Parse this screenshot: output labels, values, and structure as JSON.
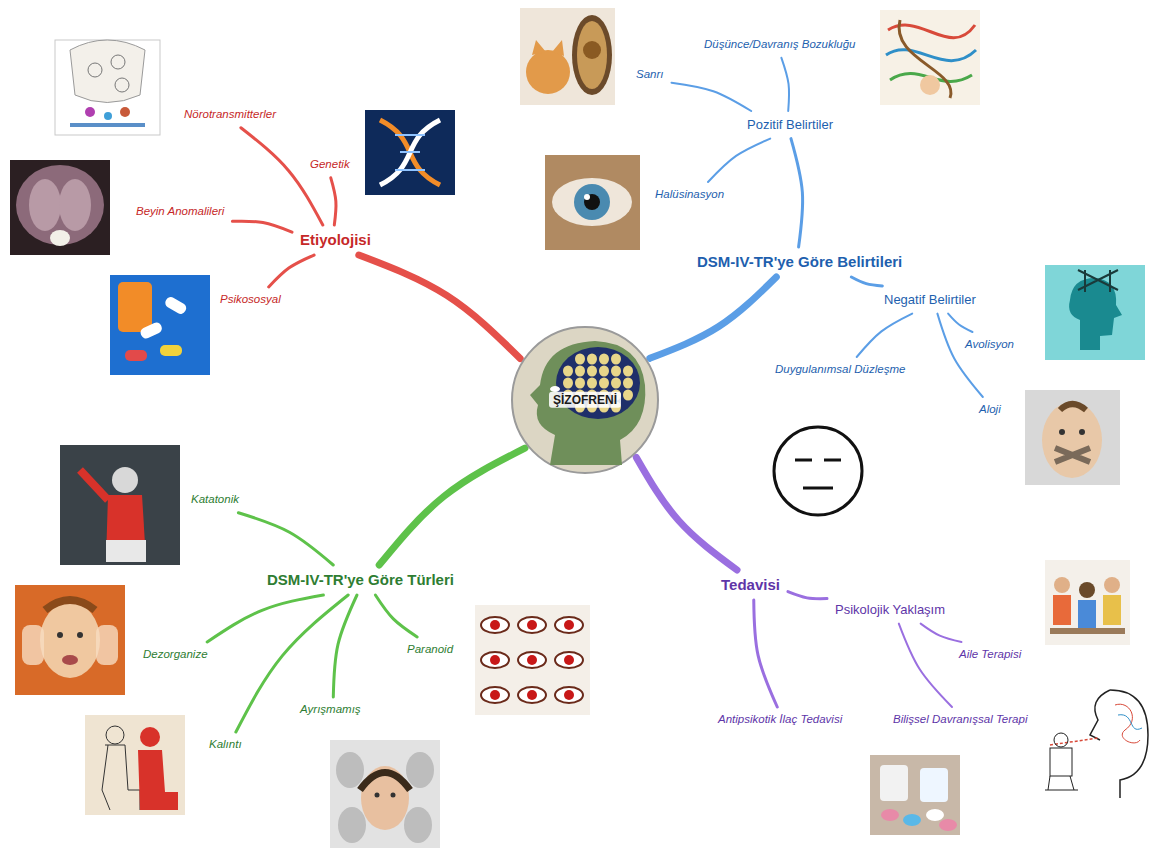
{
  "diagram": {
    "nodes": [
      {
        "text": [
          "ŞİZOFRENİ"
        ]
      },
      {
        "text": [
          "Etiyolojisi"
        ]
      },
      {
        "text": [
          "Nörotransmitterler"
        ]
      },
      {
        "text": [
          "Genetik"
        ]
      },
      {
        "text": [
          "Beyin Anomalileri"
        ]
      },
      {
        "text": [
          "Psikososyal"
        ]
      },
      {
        "text": [
          "DSM-IV-TR'ye Göre Belirtileri"
        ]
      },
      {
        "text": [
          "Pozitif Belirtiler"
        ]
      },
      {
        "text": [
          "Sanrı"
        ]
      },
      {
        "text": [
          "Düşünce/Davranış Bozukluğu"
        ]
      },
      {
        "text": [
          "Halüsinasyon"
        ]
      },
      {
        "text": [
          "Negatif Belirtiler"
        ]
      },
      {
        "text": [
          "Avolisyon"
        ]
      },
      {
        "text": [
          "Aloji"
        ]
      },
      {
        "text": [
          "Duygulanımsal Düzleşme"
        ]
      },
      {
        "text": [
          "DSM-IV-TR'ye Göre Türleri"
        ]
      },
      {
        "text": [
          "Katatonik"
        ]
      },
      {
        "text": [
          "Dezorganize"
        ]
      },
      {
        "text": [
          "Kalıntı"
        ]
      },
      {
        "text": [
          "Ayrışmamış"
        ]
      },
      {
        "text": [
          "Paranoid"
        ]
      },
      {
        "text": [
          "Tedavisi"
        ]
      },
      {
        "text": [
          "Psikolojik Yaklaşım"
        ]
      },
      {
        "text": [
          "Aile Terapisi"
        ]
      },
      {
        "text": [
          "Bilişsel Davranışsal Terapi"
        ]
      },
      {
        "text": [
          "Antipsikotik İlaç Tedavisi"
        ]
      }
    ],
    "edges": [
      {
        "from": 0,
        "to": 1,
        "arrow": "none"
      },
      {
        "from": 1,
        "to": 2,
        "arrow": "none"
      },
      {
        "from": 1,
        "to": 3,
        "arrow": "none"
      },
      {
        "from": 1,
        "to": 4,
        "arrow": "none"
      },
      {
        "from": 1,
        "to": 5,
        "arrow": "none"
      },
      {
        "from": 0,
        "to": 6,
        "arrow": "none"
      },
      {
        "from": 6,
        "to": 7,
        "arrow": "none"
      },
      {
        "from": 7,
        "to": 8,
        "arrow": "none"
      },
      {
        "from": 7,
        "to": 9,
        "arrow": "none"
      },
      {
        "from": 7,
        "to": 10,
        "arrow": "none"
      },
      {
        "from": 6,
        "to": 11,
        "arrow": "none"
      },
      {
        "from": 11,
        "to": 12,
        "arrow": "none"
      },
      {
        "from": 11,
        "to": 13,
        "arrow": "none"
      },
      {
        "from": 11,
        "to": 14,
        "arrow": "none"
      },
      {
        "from": 0,
        "to": 15,
        "arrow": "none"
      },
      {
        "from": 15,
        "to": 16,
        "arrow": "none"
      },
      {
        "from": 15,
        "to": 17,
        "arrow": "none"
      },
      {
        "from": 15,
        "to": 18,
        "arrow": "none"
      },
      {
        "from": 15,
        "to": 19,
        "arrow": "none"
      },
      {
        "from": 15,
        "to": 20,
        "arrow": "none"
      },
      {
        "from": 0,
        "to": 21,
        "arrow": "none"
      },
      {
        "from": 21,
        "to": 22,
        "arrow": "none"
      },
      {
        "from": 22,
        "to": 23,
        "arrow": "none"
      },
      {
        "from": 22,
        "to": 24,
        "arrow": "none"
      },
      {
        "from": 21,
        "to": 25,
        "arrow": "none"
      }
    ]
  }
}
